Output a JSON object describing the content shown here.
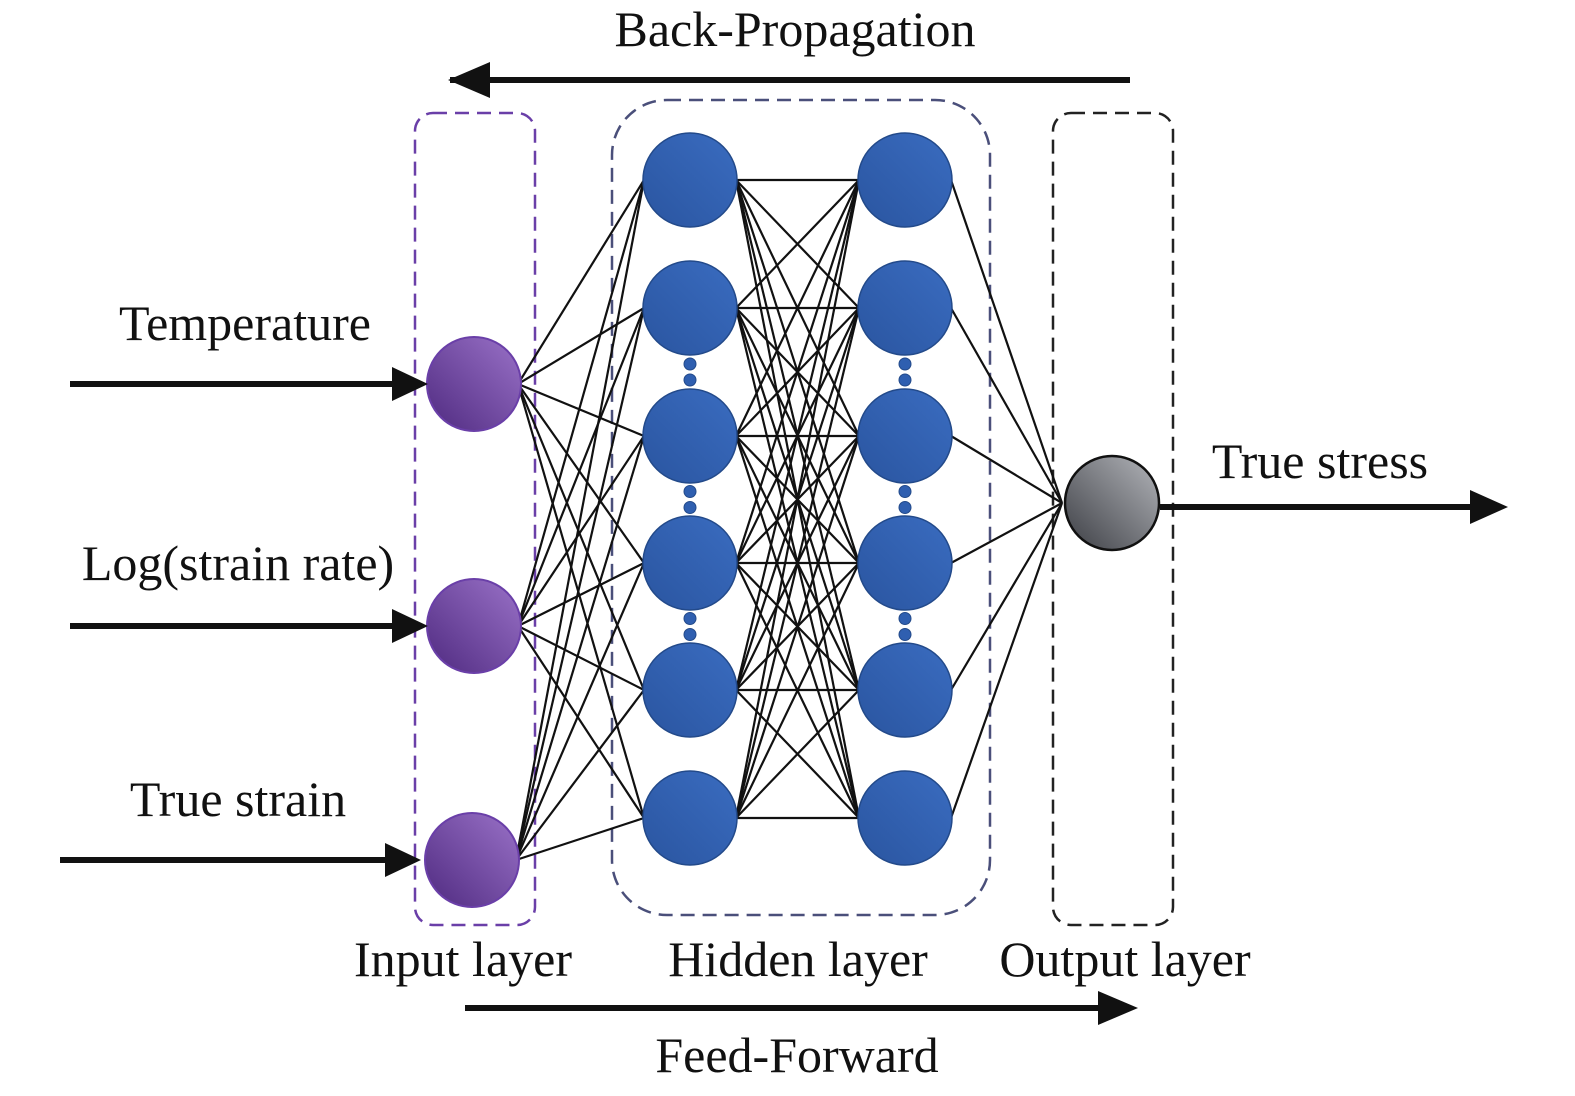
{
  "title_top": "Back-Propagation",
  "title_bottom": "Feed-Forward",
  "inputs": [
    "Temperature",
    "Log(strain rate)",
    "True strain"
  ],
  "output": "True stress",
  "layers": {
    "input": "Input layer",
    "hidden": "Hidden layer",
    "output": "Output layer"
  },
  "colors": {
    "input_node": "#7a4fa8",
    "hidden_node": "#2f5fb0",
    "output_node": "#7c7f86",
    "input_box": "#6a3fa8",
    "hidden_box": "#4a4f7a",
    "output_box": "#222222"
  }
}
